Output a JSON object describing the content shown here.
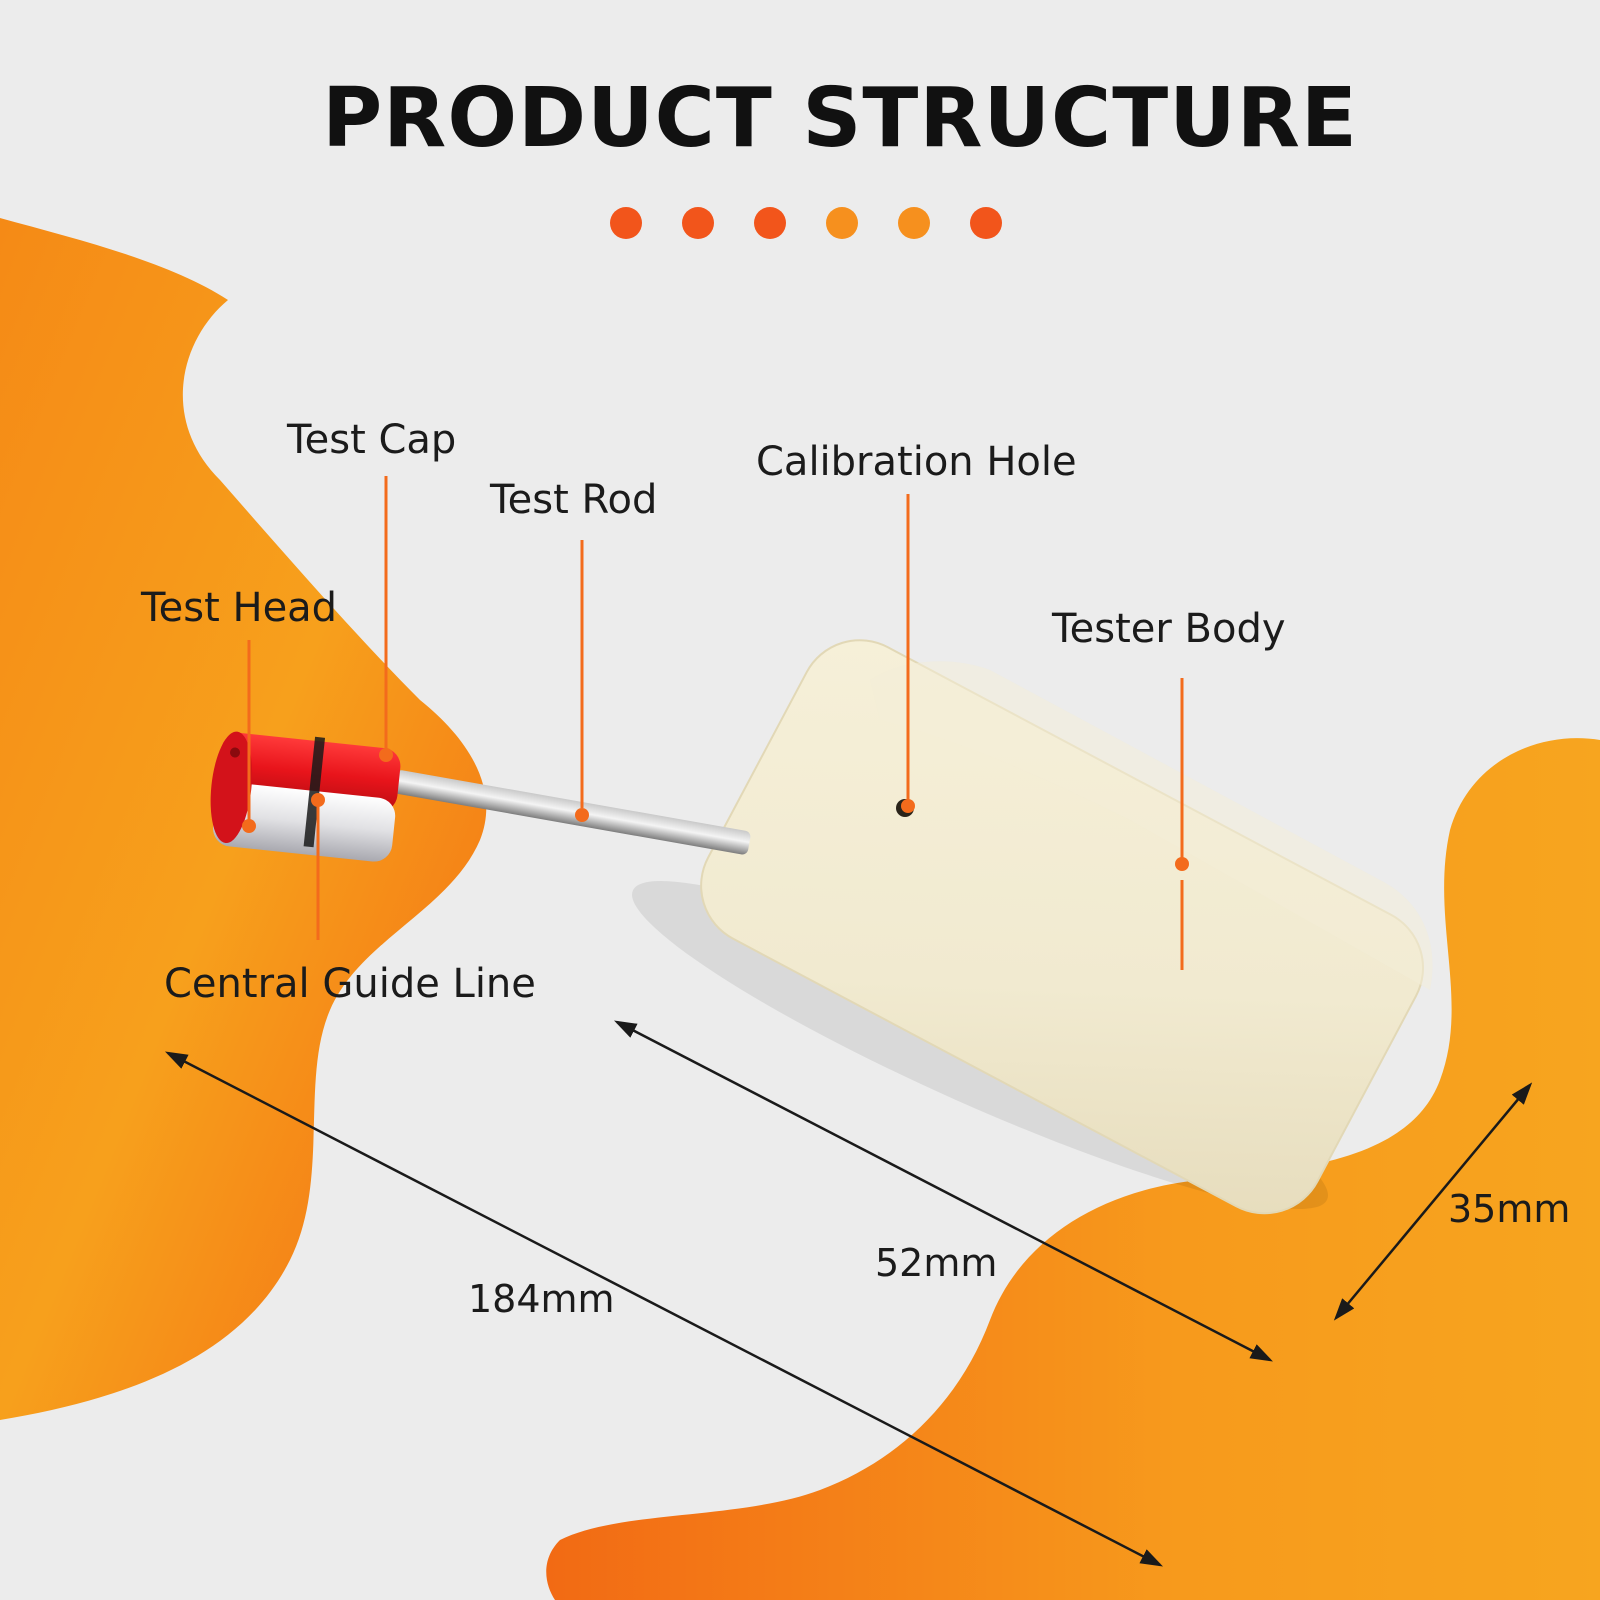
{
  "header": {
    "title": "PRODUCT STRUCTURE"
  },
  "colors": {
    "accent": "#f2551b",
    "accent_alt": "#f6901e",
    "background": "#ececec",
    "cap_red": "#e8141b",
    "body_cream": "#f1ead0",
    "leader_line": "#f36b1c"
  },
  "parts": {
    "test_cap": "Test Cap",
    "test_rod": "Test Rod",
    "calibration_hole": "Calibration Hole",
    "test_head": "Test Head",
    "tester_body": "Tester Body",
    "central_guide_line": "Central Guide Line"
  },
  "dimensions": {
    "overall_length": "184mm",
    "body_length": "52mm",
    "body_width": "35mm"
  }
}
